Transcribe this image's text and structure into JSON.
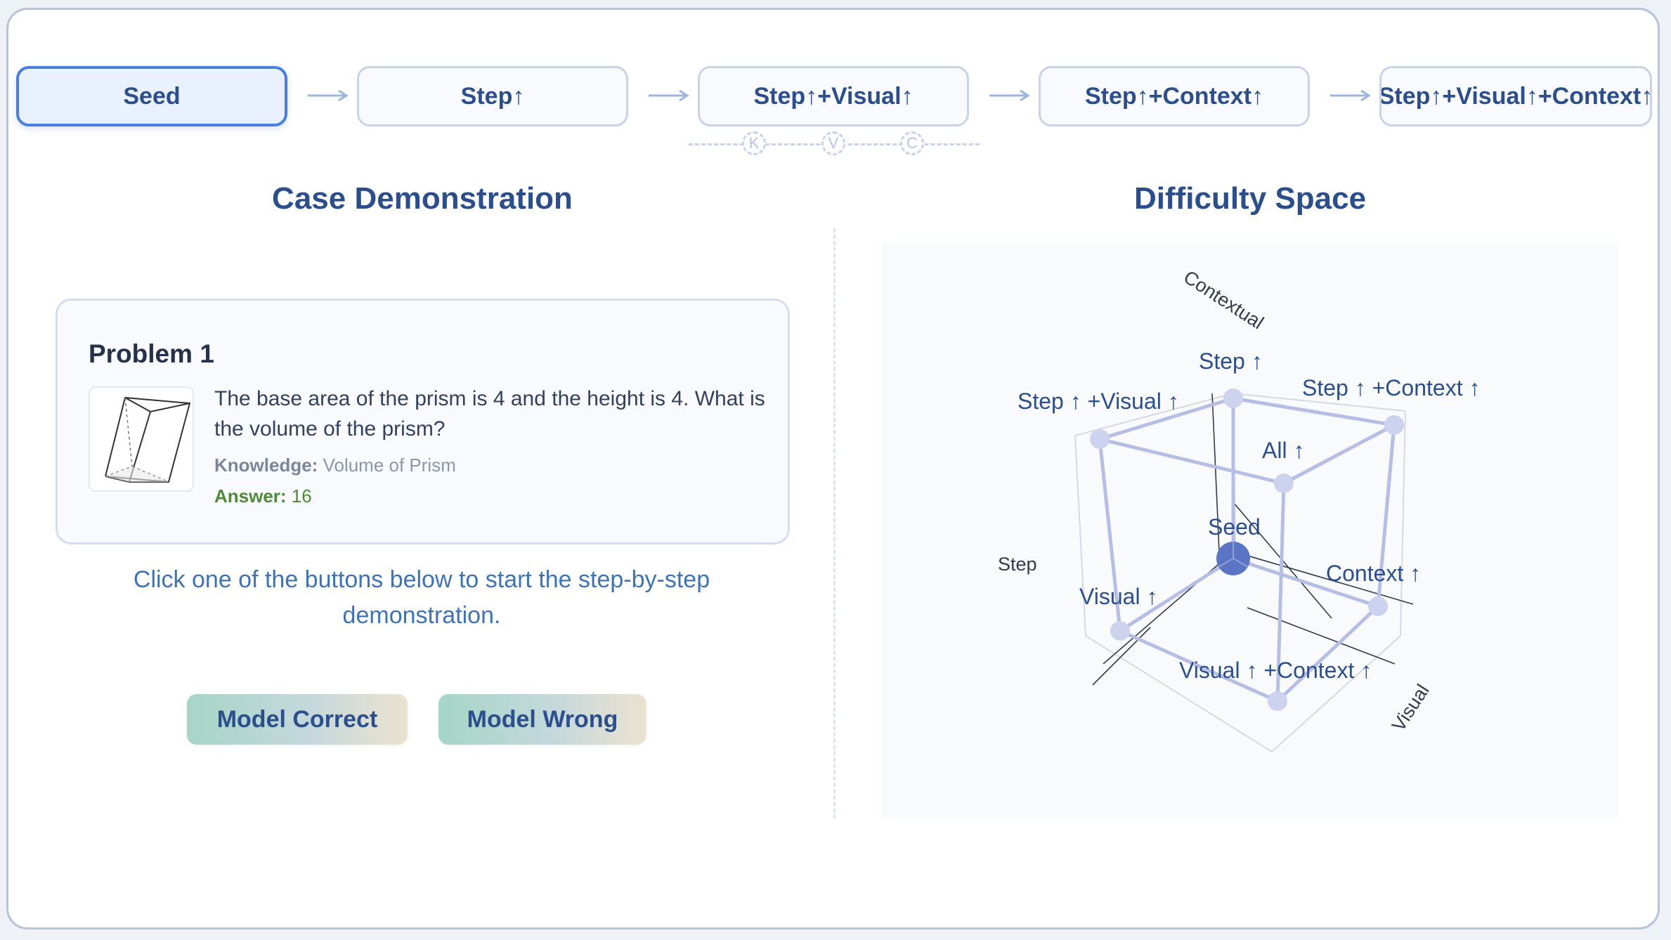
{
  "pipeline": {
    "steps": [
      {
        "label": "Seed",
        "active": true
      },
      {
        "label": "Step↑",
        "active": false
      },
      {
        "label": "Step↑+Visual↑",
        "active": false
      },
      {
        "label": "Step↑+Context↑",
        "active": false
      },
      {
        "label": "Step↑+Visual↑+Context↑",
        "active": false
      }
    ],
    "markers": [
      "K",
      "V",
      "C"
    ]
  },
  "left": {
    "title": "Case Demonstration",
    "problem": {
      "title": "Problem 1",
      "image_icon": "prism-figure",
      "question": "The base area of the prism is 4 and the height is 4. What is the volume of the prism?",
      "knowledge_label": "Knowledge:",
      "knowledge_value": "Volume of Prism",
      "answer_label": "Answer:",
      "answer_value": "16"
    },
    "hint": "Click one of the buttons below to start the step-by-step demonstration.",
    "buttons": {
      "correct": "Model Correct",
      "wrong": "Model Wrong"
    }
  },
  "right": {
    "title": "Difficulty Space",
    "axes": {
      "step": "Step",
      "visual": "Visual",
      "contextual": "Contextual"
    },
    "nodes": {
      "seed": "Seed",
      "step": "Step ↑",
      "visual": "Visual ↑",
      "context": "Context ↑",
      "step_visual": "Step ↑ +Visual ↑",
      "step_context": "Step ↑ +Context ↑",
      "visual_context": "Visual ↑ +Context ↑",
      "all": "All ↑"
    }
  },
  "colors": {
    "primary_text": "#2c4f8c",
    "active_border": "#4a7fe0",
    "cube_edge": "#b6bfe3",
    "cube_node": "#cdd3ef",
    "seed_node": "#5b74c4",
    "answer_green": "#4f8a3a"
  }
}
